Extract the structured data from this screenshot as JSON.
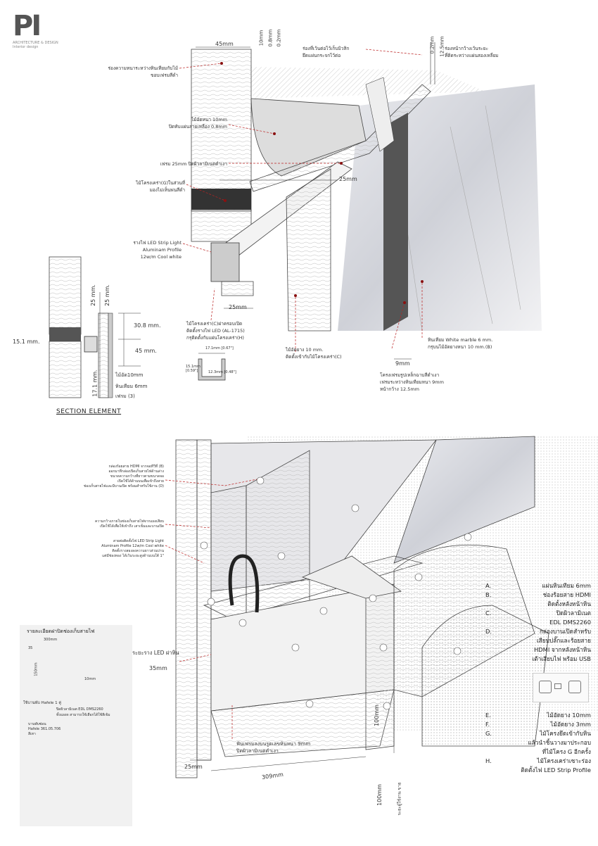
{
  "logo": {
    "mark": "PI",
    "sub1": "ARCHITECTURE & DESIGN",
    "sub2": "Interior design"
  },
  "top_dims": {
    "d45": "45mm",
    "d10": "10mm",
    "d08": "0.8mm",
    "d02a": "0.2mm",
    "d02b": "0.2mm",
    "d125": "12.5mm",
    "d25": "25mm",
    "d25b": "25mm",
    "d9": "9mm"
  },
  "top_notes": {
    "n1": "ร่องความหนาระหว่างหินเทียมกับไม้",
    "n1b": "ขอบเฟรมสีดำ",
    "n2": "ไม้อัดหนา 10mm",
    "n2b": "ปิดทับแผ่นลายเหลือง 0.8mm",
    "n3": "เฟรม 25mm ปิดผิวลามิเนตดำเงา",
    "n4": "ไม้โครงเคร่า(G)ในส่วนที่",
    "n4b": "มองไม่เห็นพ่นสีดำ",
    "n5": "รางไฟ LED Strip Light",
    "n5b": "Aluminam Profile",
    "n5c": "12w/m Cool white",
    "n6": "ร่องที่เว้นต่อไว้เก็บมิวสิก",
    "n6b": "ยึดแผ่นกระจกไว้ต่อ",
    "n7": "ร่องหน้ากว้างเว้นระยะ",
    "n7b": "ที่ติดระหว่างแผ่นสองเหลี่ยม",
    "n8": "ไม้โครงเคร่า(C)ฝาครอบเปิด",
    "n8b": "ติดตั้งรางไฟ LED (AL-1715)",
    "n8c": "กรุติดตั้งกับแผ่นโครงเคร่า(H)",
    "n9": "ไม้อัดยาง 10 mm.",
    "n9b": "ติดตั้งเข้ากับไม้โครงเคร่า(C)",
    "n10": "หินเทียม White marble 6 mm.",
    "n10b": "กรุบนไม้อัดยางหนา 10 mm.(B)",
    "n11": "โครงเฟรมรูปเหล็กฉาบสีดำเงา",
    "n11b": "เฟรมระหว่างหินเทียมหนา 9mm",
    "n11c": "หน้ากว้าง 12.5mm"
  },
  "profile": {
    "w1": "17.1mm",
    "w1b": "[0.67\"]",
    "w2": "12.3mm",
    "w2b": "[0.48\"]",
    "h": "15.1mm",
    "hb": "[0.59\"]"
  },
  "section": {
    "title": "SECTION ELEMENT",
    "d25a": "25 mm.",
    "d25b": "25 mm.",
    "d308": "30.8 mm.",
    "d45": "45 mm.",
    "d151": "15.1 mm.",
    "d171": "17.1 mm.",
    "l1": "ไม้อัด10mm",
    "l2": "หินเทียม 6mm",
    "l3": "เฟรม (3)"
  },
  "bottom_notes": {
    "b1": "กล่องร้อยสาย HDMI จากจอทีวีที่ (B)",
    "b1b": "ออกมาที่กล่องเปิดเก็บสายไฟด้านล่าง",
    "b1c": "ขนาดความกว้างที่ยาวตามขนาดจอ",
    "b1d": "เปิดใช้ได้ด้านบนเพื่อเข้าถึงสาย",
    "b1e": "ช่องเก็บสายไฟและมีบานเปิด พร้อมสำหรับใช้งาน (D)",
    "b2": "ความกว้างภายในช่องเก็บสายไฟจากแผงเสียบ",
    "b2b": "เปิดใช้ได้เพื่อให้เข้าถึง เสาเข็มและบานเปิด",
    "b3": "สายต่อติดตั้งไฟ LED Strip Light",
    "b3b": "Aluminam Profile 12w/m Cool white",
    "b3c": "ติดตั้งรางสองลงความยาวส่วนบ่าน",
    "b3d": "แต่มีช่องทอง ได้เว้นระยะสูงด้านบนใต้ 1\"",
    "b4": "ระยะราง LED ฝาหิน",
    "d35": "35mm",
    "d25": "25mm",
    "d309": "309mm",
    "d100a": "100mm",
    "d100b": "100mm",
    "ve": "ระยะผู้ใช้งาน ขาย",
    "b5": "ฟันเฟรมลงบนรูตเลขหินหนา 9mm",
    "b5b": "ปิดผิวลามิเนตดำเงา"
  },
  "tags": [
    "A",
    "B",
    "C",
    "D",
    "E",
    "F",
    "G",
    "H"
  ],
  "legend": [
    {
      "k": "A.",
      "t": "แผ่นหินเทียม 6mm"
    },
    {
      "k": "B.",
      "t": "ช่องร้อยสาย HDMI"
    },
    {
      "k": "",
      "t": "ติดตั้งหลังหน้าหิน"
    },
    {
      "k": "C.",
      "t": "ปิดผิวลามิเนต"
    },
    {
      "k": "",
      "t": "EDL DMS2260"
    },
    {
      "k": "D.",
      "t": "กล่องบานเปิดสำหรับ"
    },
    {
      "k": "",
      "t": "เสียบปลั๊กและร้อยสาย"
    },
    {
      "k": "",
      "t": "HDMI จากหลังหน้าหิน"
    },
    {
      "k": "",
      "t": "เต้าเสียบไฟ พร้อม USB"
    }
  ],
  "legend2": [
    {
      "k": "E.",
      "t": "ไม้อัดยาง 10mm"
    },
    {
      "k": "F.",
      "t": "ไม้อัดยาง 3mm"
    },
    {
      "k": "G.",
      "t": "ไม้โครงยึดเข้ากับหิน"
    },
    {
      "k": "",
      "t": "แล้วนำชิ้นวางมาประกอบ"
    },
    {
      "k": "",
      "t": "ที่ไม้โครง G อีกครั้ง"
    },
    {
      "k": "H.",
      "t": "ไม้โครงเคร่าเซาะร่อง"
    },
    {
      "k": "",
      "t": "ติดตั้งไฟ LED Strip Profile"
    }
  ],
  "panel": {
    "title": "รายละเอียดฝาปิดช่องเก็บสายไฟ",
    "w300": "300mm",
    "w35": "35",
    "h150": "150mm",
    "w10": "10mm",
    "hinge": "ใช้บานพับ Hafele 1 คู่",
    "lam": "ปิดผิวลามิเนต EDL DMS2260",
    "lam2": "ทั้งแผงด สามารถใช้เลือกได้ใช้สีเข้ม",
    "hinge2": "บานพับซ่อน",
    "hinge3": "Hafele 361.05.706",
    "hinge4": "สีเทา"
  }
}
